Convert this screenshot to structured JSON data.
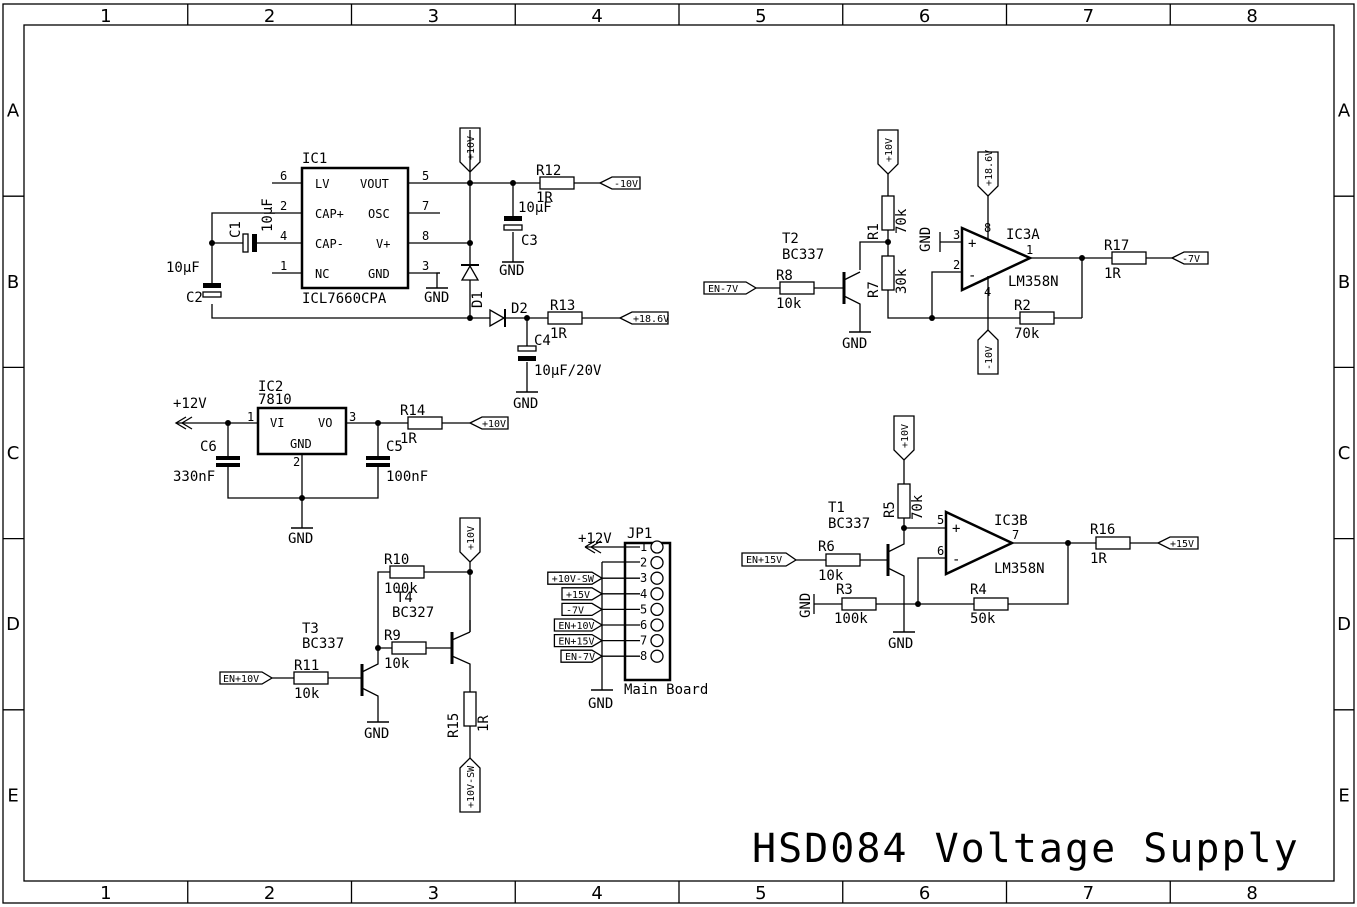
{
  "title": "HSD084 Voltage Supply",
  "frame": {
    "cols": [
      "1",
      "2",
      "3",
      "4",
      "5",
      "6",
      "7",
      "8"
    ],
    "rows": [
      "A",
      "B",
      "C",
      "D",
      "E"
    ]
  },
  "ic1": {
    "name": "IC1",
    "part": "ICL7660CPA",
    "pins_left": [
      {
        "num": "6",
        "label": "LV"
      },
      {
        "num": "2",
        "label": "CAP+"
      },
      {
        "num": "4",
        "label": "CAP-"
      },
      {
        "num": "1",
        "label": "NC"
      }
    ],
    "pins_right": [
      {
        "num": "5",
        "label": "VOUT"
      },
      {
        "num": "7",
        "label": "OSC"
      },
      {
        "num": "8",
        "label": "V+"
      },
      {
        "num": "3",
        "label": "GND"
      }
    ]
  },
  "ic2": {
    "name": "IC2",
    "part": "7810",
    "vi": "VI",
    "vo": "VO",
    "gnd": "GND",
    "pin1": "1",
    "pin2": "2",
    "pin3": "3"
  },
  "ic3a": {
    "name": "IC3A",
    "part": "LM358N",
    "pin_plus": "3",
    "pin_minus": "2",
    "pin_out": "1",
    "pin_vp": "8",
    "pin_vn": "4"
  },
  "ic3b": {
    "name": "IC3B",
    "part": "LM358N",
    "pin_plus": "5",
    "pin_minus": "6",
    "pin_out": "7"
  },
  "caps": {
    "c1": {
      "name": "C1",
      "value": "10µF"
    },
    "c2": {
      "name": "C2",
      "value": "10µF"
    },
    "c3": {
      "name": "C3",
      "value": "10µF"
    },
    "c4": {
      "name": "C4",
      "value": "10µF/20V"
    },
    "c5": {
      "name": "C5",
      "value": "100nF"
    },
    "c6": {
      "name": "C6",
      "value": "330nF"
    }
  },
  "diodes": {
    "d1": "D1",
    "d2": "D2"
  },
  "resistors": {
    "r1": {
      "name": "R1",
      "value": "70k"
    },
    "r2": {
      "name": "R2",
      "value": "70k"
    },
    "r3": {
      "name": "R3",
      "value": "100k"
    },
    "r4": {
      "name": "R4",
      "value": "50k"
    },
    "r5": {
      "name": "R5",
      "value": "70k"
    },
    "r6": {
      "name": "R6",
      "value": "10k"
    },
    "r7": {
      "name": "R7",
      "value": "30k"
    },
    "r8": {
      "name": "R8",
      "value": "10k"
    },
    "r9": {
      "name": "R9",
      "value": "10k"
    },
    "r10": {
      "name": "R10",
      "value": "100k"
    },
    "r11": {
      "name": "R11",
      "value": "10k"
    },
    "r12": {
      "name": "R12",
      "value": "1R"
    },
    "r13": {
      "name": "R13",
      "value": "1R"
    },
    "r14": {
      "name": "R14",
      "value": "1R"
    },
    "r15": {
      "name": "R15",
      "value": "1R"
    },
    "r16": {
      "name": "R16",
      "value": "1R"
    },
    "r17": {
      "name": "R17",
      "value": "1R"
    }
  },
  "transistors": {
    "t1": {
      "name": "T1",
      "part": "BC337"
    },
    "t2": {
      "name": "T2",
      "part": "BC337"
    },
    "t3": {
      "name": "T3",
      "part": "BC337"
    },
    "t4": {
      "name": "T4",
      "part": "BC327"
    }
  },
  "nets": {
    "p10v": "+10V",
    "m10v": "-10V",
    "p18v6": "+18.6V",
    "m7v": "-7V",
    "p15v": "+15V",
    "en7": "EN-7V",
    "en15": "EN+15V",
    "en10": "EN+10V",
    "p10sw": "+10V-SW",
    "gnd": "GND",
    "p12v": "+12V"
  },
  "jp1": {
    "name": "JP1",
    "label": "Main Board",
    "pins": [
      "1",
      "2",
      "3",
      "4",
      "5",
      "6",
      "7",
      "8"
    ],
    "nets": [
      "+10V-SW",
      "+15V",
      "-7V",
      "EN+10V",
      "EN+15V",
      "EN-7V"
    ]
  }
}
